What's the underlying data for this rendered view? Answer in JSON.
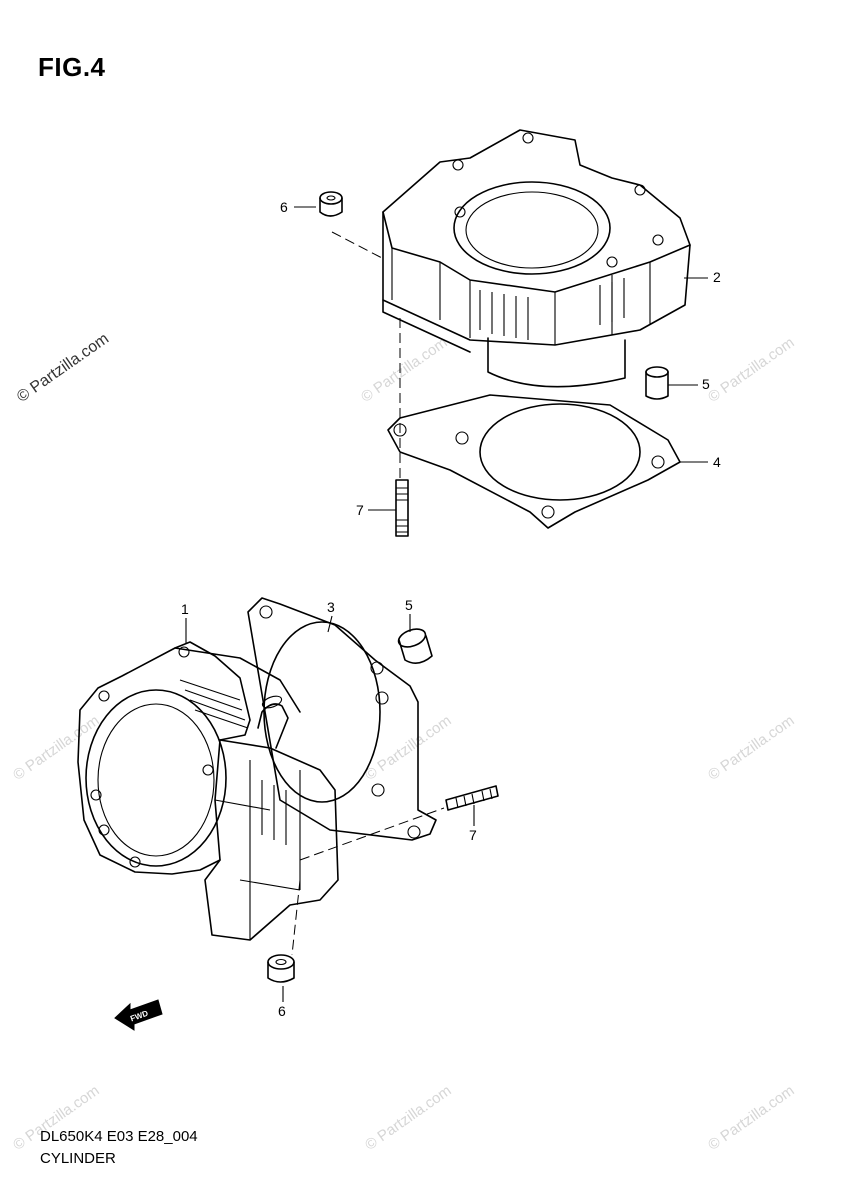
{
  "figure": {
    "title": "FIG.4"
  },
  "footer": {
    "code": "DL650K4 E03 E28_004",
    "name": "CYLINDER"
  },
  "watermark": {
    "text": "© Partzilla.com"
  },
  "callouts_top": [
    "6",
    "2",
    "5",
    "4",
    "7"
  ],
  "callouts_bottom": [
    "1",
    "3",
    "5",
    "7",
    "6"
  ],
  "fwd_label": "FWD"
}
